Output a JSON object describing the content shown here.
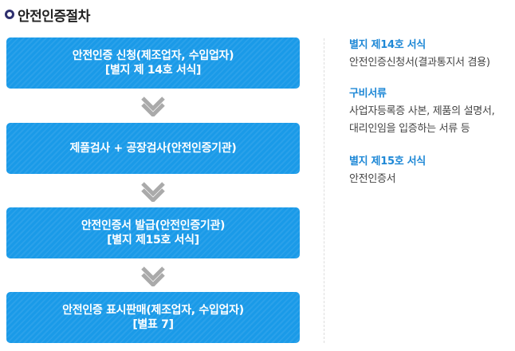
{
  "page": {
    "title": "안전인증절차"
  },
  "steps": [
    {
      "line1": "안전인증 신청(제조업자, 수입업자)",
      "line2": "[별지 제 14호 서식]"
    },
    {
      "line1": "제품검사 + 공장검사(안전인증기관)",
      "line2": ""
    },
    {
      "line1": "안전인증서 발급(안전인증기관)",
      "line2": "[별지 제15호 서식]"
    },
    {
      "line1": "안전인증 표시판매(제조업자, 수입업자)",
      "line2": "[별표 7]"
    }
  ],
  "info": [
    {
      "title": "별지 제14호 서식",
      "lines": [
        "안전인증신청서(결과통지서 겸용)"
      ]
    },
    {
      "title": "구비서류",
      "lines": [
        "사업자등록증 사본, 제품의 설명서,",
        "대리인임을 입증하는 서류 등"
      ]
    },
    {
      "title": "별지 제15호 서식",
      "lines": [
        "안전인증서"
      ]
    }
  ],
  "colors": {
    "step_fill": "#1a9ae8",
    "arrow": "#aaaaaa",
    "info_title": "#1e88d6",
    "bullet": "#2e2f6e"
  },
  "icons": {
    "title_bullet": "ring-bullet-icon",
    "step_arrow": "chevron-down-icon"
  }
}
